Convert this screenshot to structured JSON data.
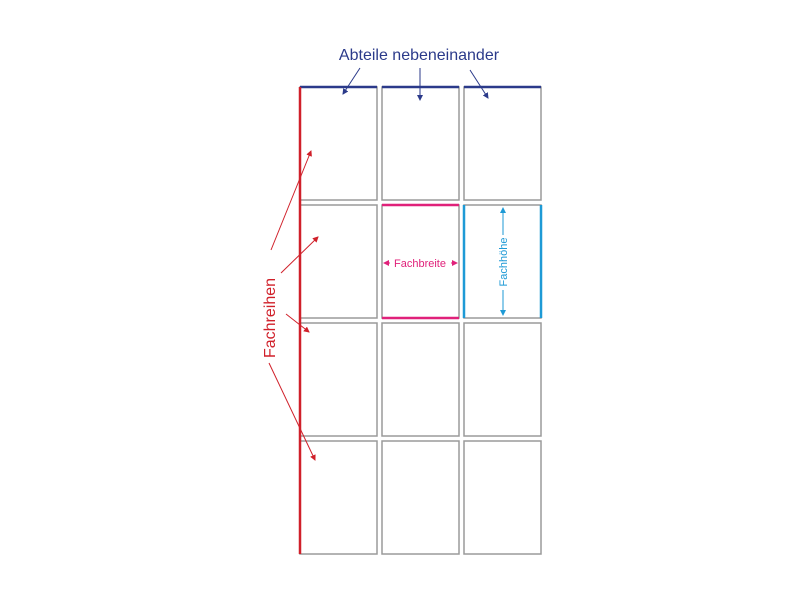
{
  "labels": {
    "compartments": "Abteile nebeneinander",
    "rows": "Fachreihen",
    "width": "Fachbreite",
    "height": "Fachhöhe"
  },
  "grid": {
    "columns": 3,
    "rows": 4
  },
  "colors": {
    "compartments": "#2b3a8a",
    "rows": "#d0202a",
    "width": "#e0217a",
    "height": "#1e9ad6",
    "cell_border": "#9a9a9a"
  }
}
